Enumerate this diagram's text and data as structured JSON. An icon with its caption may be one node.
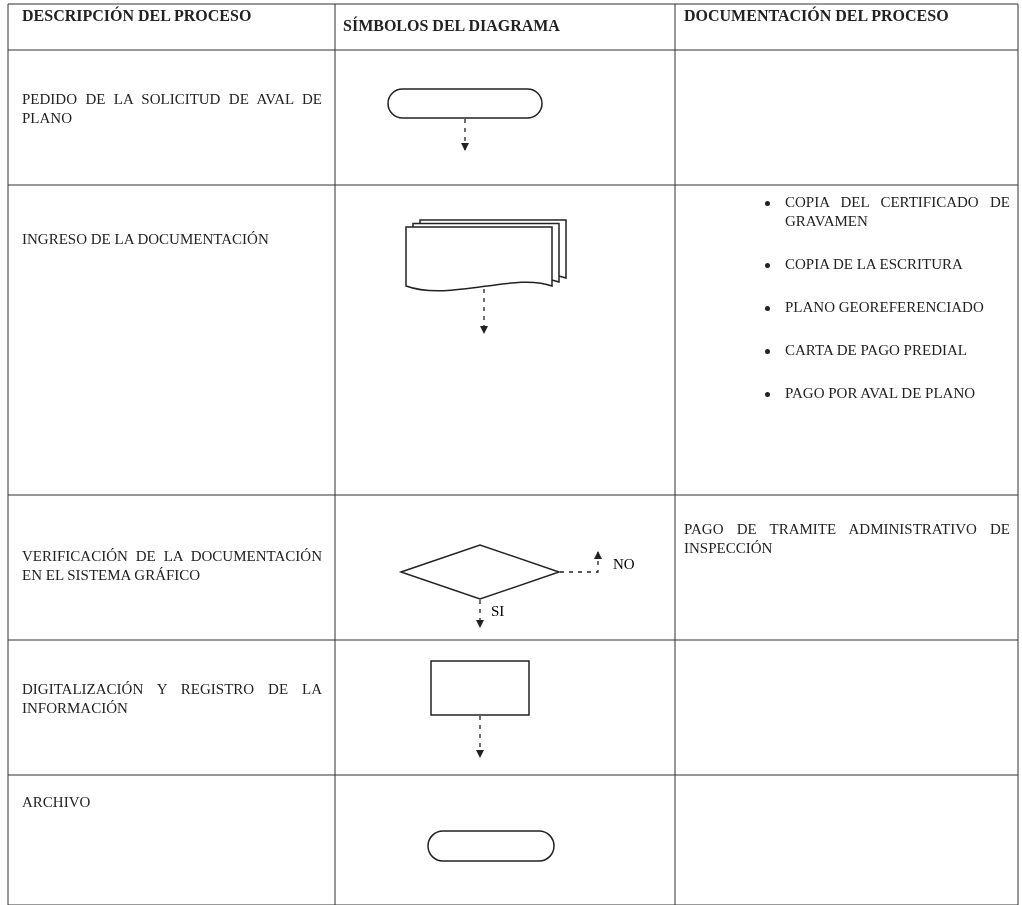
{
  "diagram": {
    "nodes": [
      {
        "text": [],
        "shape": "terminal"
      },
      {
        "text": [],
        "shape": "document"
      },
      {
        "text": [],
        "shape": "diamond"
      },
      {
        "text": [],
        "shape": "box"
      },
      {
        "text": [],
        "shape": "terminal"
      }
    ],
    "edges": [
      {
        "from": 0,
        "to": null,
        "arrow": "to"
      },
      {
        "from": 1,
        "to": null,
        "arrow": "to"
      },
      {
        "from": 2,
        "to": null,
        "arrow": "to",
        "label": "SI"
      },
      {
        "from": 2,
        "to": null,
        "arrow": "to",
        "label": "NO"
      },
      {
        "from": 3,
        "to": null,
        "arrow": "to"
      }
    ],
    "labels": [
      "DESCRIPCIÓN DEL PROCESO",
      "SÍMBOLOS DEL DIAGRAMA",
      "DOCUMENTACIÓN DEL PROCESO",
      "PEDIDO DE LA SOLICITUD DE AVAL DE PLANO",
      "INGRESO DE LA DOCUMENTACIÓN",
      "COPIA DEL CERTIFICADO DE GRAVAMEN",
      "COPIA DE LA ESCRITURA",
      "PLANO GEOREFERENCIADO",
      "CARTA DE PAGO PREDIAL",
      "PAGO POR AVAL DE PLANO",
      "VERIFICACIÓN DE LA DOCUMENTACIÓN EN EL SISTEMA GRÁFICO",
      "PAGO DE TRAMITE ADMINISTRATIVO DE INSPECCIÓN",
      "DIGITALIZACIÓN Y REGISTRO DE LA INFORMACIÓN",
      "ARCHIVO"
    ]
  }
}
